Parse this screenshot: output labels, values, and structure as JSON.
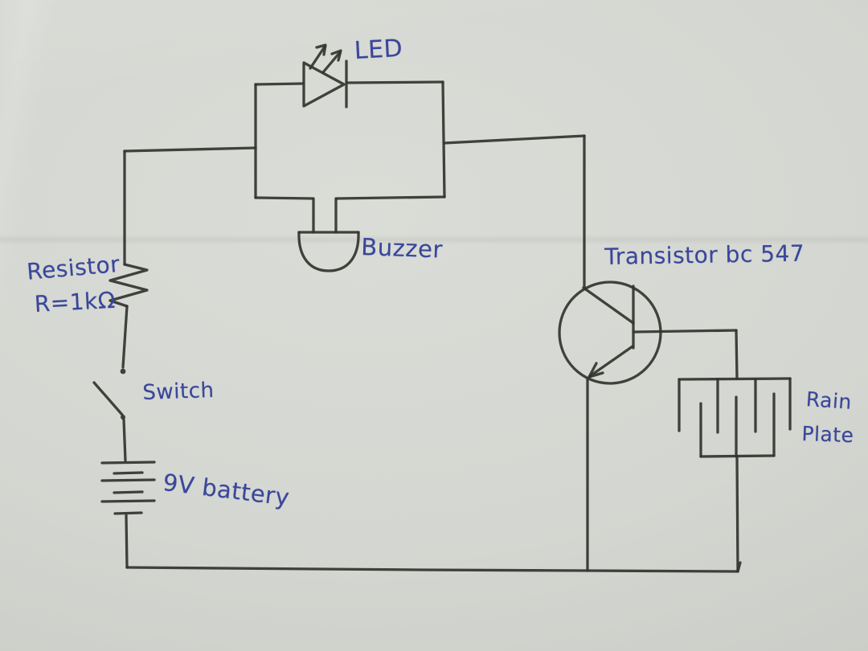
{
  "labels": {
    "led": "LED",
    "buzzer": "Buzzer",
    "resistor": "Resistor",
    "resistor_value": "R=1kΩ",
    "switch": "Switch",
    "battery": "9V battery",
    "transistor": "Transistor bc 547",
    "rain_plate_line1": "Rain",
    "rain_plate_line2": "Plate"
  },
  "colors": {
    "paper": "#dadcd7",
    "ink": "#34352f",
    "annotation_ink": "#3a479a"
  }
}
